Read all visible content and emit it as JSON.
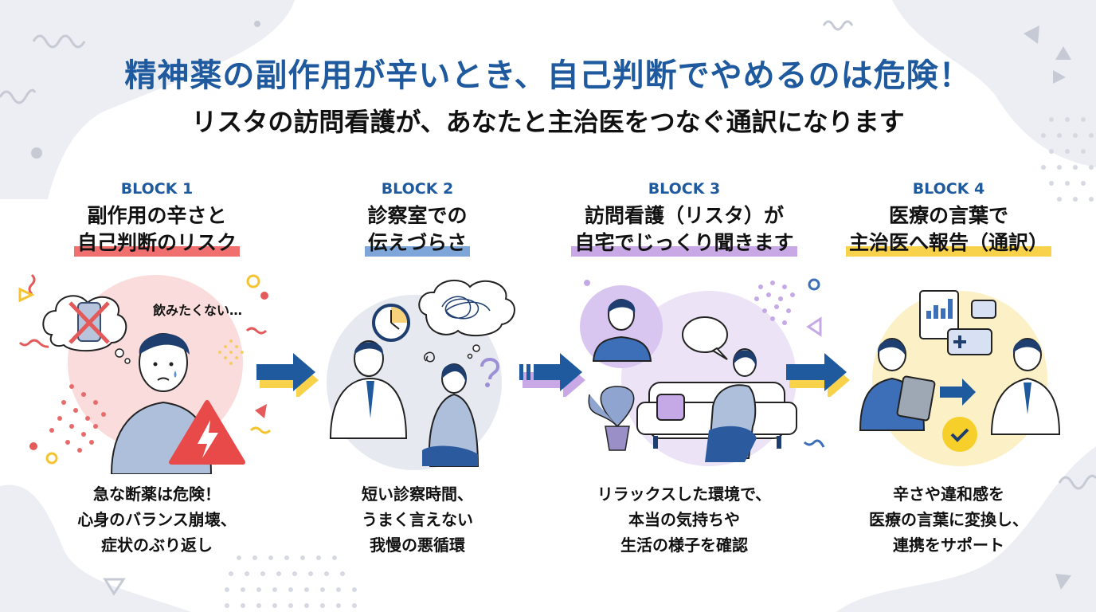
{
  "header": {
    "title": "精神薬の副作用が辛いとき、自己判断でやめるのは危険！",
    "subtitle": "リスタの訪問看護が、あなたと主治医をつなぐ通訳になります"
  },
  "colors": {
    "title_blue": "#1f5a9e",
    "highlight_red": "#f07070",
    "highlight_blue": "#7fa6d8",
    "highlight_purple": "#c9a8e6",
    "highlight_yellow": "#f7d24a",
    "arrow_blue": "#1f5a9e",
    "arrow_yellow": "#f7d24a"
  },
  "blocks": [
    {
      "label": "BLOCK 1",
      "heading_line1": "副作用の辛さと",
      "heading_line2": "自己判断のリスク",
      "speech": "飲みたくない…",
      "desc_line1": "急な断薬は危険！",
      "desc_line2": "心身のバランス崩壊、",
      "desc_line3": "症状のぶり返し",
      "icons": [
        "medicine-crossed-icon",
        "worried-person-icon",
        "warning-lightning-icon"
      ]
    },
    {
      "label": "BLOCK 2",
      "heading_line1": "診察室での",
      "heading_line2": "伝えづらさ",
      "desc_line1": "短い診察時間、",
      "desc_line2": "うまく言えない",
      "desc_line3": "我慢の悪循環",
      "icons": [
        "clock-icon",
        "doctor-icon",
        "tangled-thought-icon",
        "patient-icon",
        "question-icon"
      ]
    },
    {
      "label": "BLOCK 3",
      "heading_line1": "訪問看護（リスタ）が",
      "heading_line2": "自宅でじっくり聞きます",
      "desc_line1": "リラックスした環境で、",
      "desc_line2": "本当の気持ちや",
      "desc_line3": "生活の様子を確認",
      "icons": [
        "nurse-icon",
        "speech-bubble-icon",
        "sofa-icon",
        "plant-icon",
        "patient-icon"
      ]
    },
    {
      "label": "BLOCK 4",
      "heading_line1": "医療の言葉で",
      "heading_line2": "主治医へ報告（通訳）",
      "desc_line1": "辛さや違和感を",
      "desc_line2": "医療の言葉に変換し、",
      "desc_line3": "連携をサポート",
      "icons": [
        "nurse-tablet-icon",
        "report-chart-icon",
        "medical-message-icon",
        "doctor-icon",
        "check-icon"
      ]
    }
  ]
}
